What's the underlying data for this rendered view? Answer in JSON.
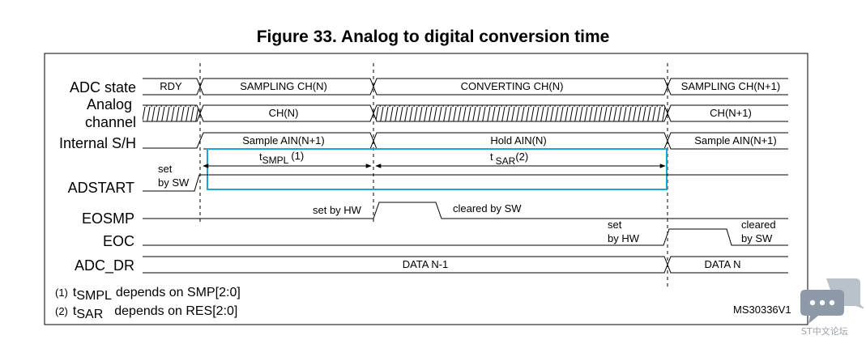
{
  "figure_title": "Figure 33. Analog to digital conversion time",
  "signals": {
    "adc_state": "ADC state",
    "analog_channel_line1": "Analog",
    "analog_channel_line2": "channel",
    "internal_sh": "Internal S/H",
    "adstart": "ADSTART",
    "eosmp": "EOSMP",
    "eoc": "EOC",
    "adc_dr": "ADC_DR"
  },
  "adc_state_segments": [
    "RDY",
    "SAMPLING CH(N)",
    "CONVERTING CH(N)",
    "SAMPLING CH(N+1)"
  ],
  "analog_channel_segments": [
    "CH(N)",
    "CH(N+1)"
  ],
  "internal_sh_segments": [
    "Sample AIN(N+1)",
    "Hold AIN(N)",
    "Sample AIN(N+1)"
  ],
  "adc_dr_segments": [
    "DATA N-1",
    "DATA N"
  ],
  "annotations": {
    "set": "set",
    "by_sw": "by SW",
    "set_by_hw": "set by HW",
    "cleared_by_sw": "cleared by SW",
    "eoc_set": "set",
    "eoc_by_hw": "by HW",
    "eoc_cleared": "cleared",
    "eoc_by_sw": "by SW"
  },
  "timing": {
    "t_smpl_base": "t",
    "t_smpl_sub": "SMPL",
    "t_smpl_ref": "(1)",
    "t_sar_base": "t",
    "t_sar_sub": "SAR",
    "t_sar_ref": "(2)"
  },
  "notes": [
    {
      "ref": "(1)",
      "t": "t",
      "sub": "SMPL",
      "text": "depends on SMP[2:0]"
    },
    {
      "ref": "(2)",
      "t": "t",
      "sub": "SAR",
      "text": "depends on RES[2:0]"
    }
  ],
  "figure_id": "MS30336V1",
  "watermark_text": "ST中文论坛",
  "colors": {
    "highlight_box": "#1aa7d8",
    "line": "#000000",
    "watermark": "#9aa0a6"
  }
}
